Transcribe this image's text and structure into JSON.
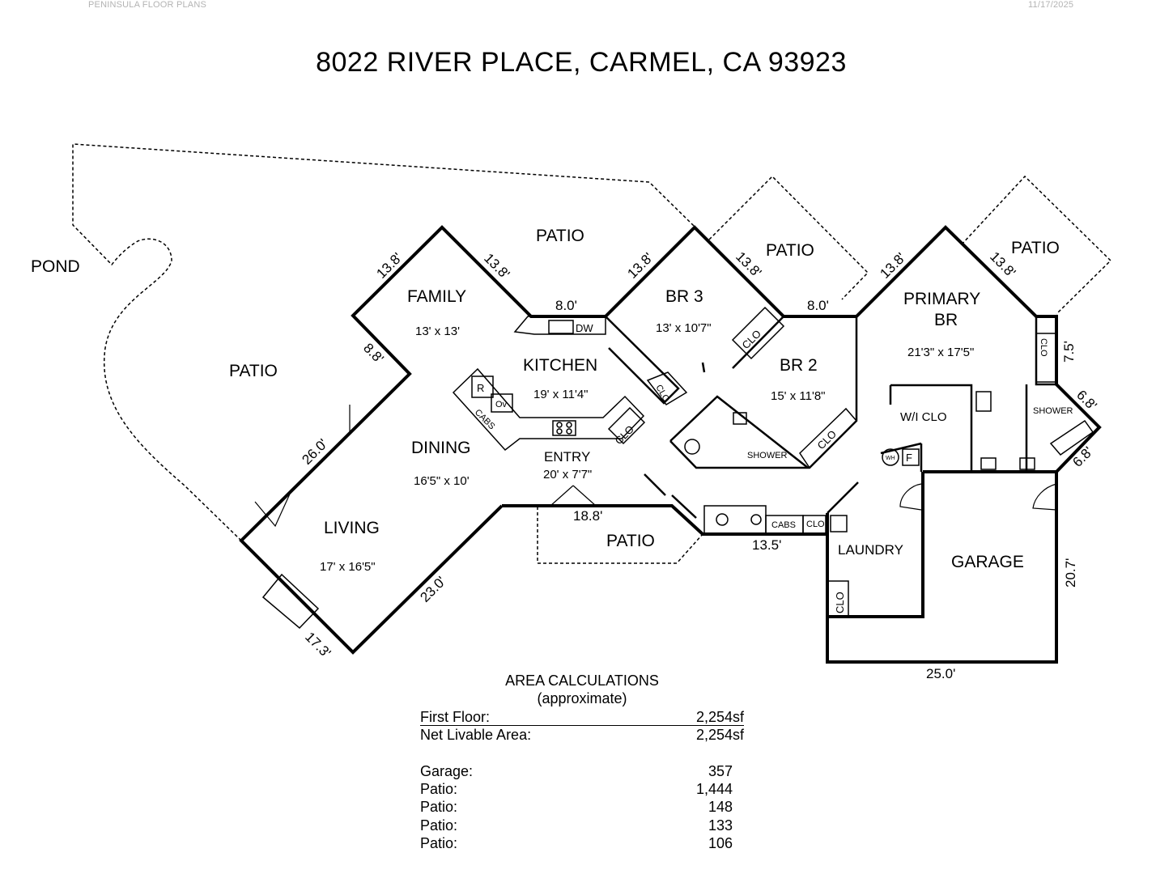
{
  "header": {
    "company": "PENINSULA FLOOR PLANS",
    "date": "11/17/2025"
  },
  "title": "8022 RIVER PLACE, CARMEL, CA 93923",
  "plan": {
    "pond": "POND",
    "patios": [
      "PATIO",
      "PATIO",
      "PATIO",
      "PATIO",
      "PATIO"
    ],
    "rooms": {
      "family": {
        "name": "FAMILY",
        "dims": "13' x 13'"
      },
      "kitchen": {
        "name": "KITCHEN",
        "dims": "19' x 11'4\""
      },
      "dining": {
        "name": "DINING",
        "dims": "16'5\" x 10'"
      },
      "entry": {
        "name": "ENTRY",
        "dims": "20' x 7'7\""
      },
      "living": {
        "name": "LIVING",
        "dims": "17' x 16'5\""
      },
      "br3": {
        "name": "BR 3",
        "dims": "13' x 10'7\""
      },
      "br2": {
        "name": "BR 2",
        "dims": "15' x 11'8\""
      },
      "primary": {
        "name_line1": "PRIMARY",
        "name_line2": "BR",
        "dims": "21'3\" x 17'5\""
      },
      "wic": {
        "name": "W/I CLO"
      },
      "laundry": {
        "name": "LAUNDRY"
      },
      "garage": {
        "name": "GARAGE"
      }
    },
    "fixtures": {
      "dw": "DW",
      "r": "R",
      "ov": "Ov",
      "cabs_kitchen": "CABS",
      "cabs_hall": "CABS",
      "clo": "CLO",
      "shower": "SHOWER",
      "wh": "WH",
      "f": "F"
    },
    "dimensions": {
      "d_13_8": "13.8'",
      "d_8_0": "8.0'",
      "d_8_8": "8.8'",
      "d_26_0": "26.0'",
      "d_23_0": "23.0'",
      "d_17_3": "17.3'",
      "d_18_8": "18.8'",
      "d_13_5": "13.5'",
      "d_7_5": "7.5'",
      "d_6_8": "6.8'",
      "d_20_7": "20.7'",
      "d_25_0": "25.0'"
    }
  },
  "area": {
    "title": "AREA CALCULATIONS",
    "subtitle": "(approximate)",
    "rows": [
      {
        "label": "First Floor:",
        "value": "2,254sf"
      },
      {
        "label": "Net Livable Area:",
        "value": "2,254sf"
      },
      {
        "label": "Garage:",
        "value": "357"
      },
      {
        "label": "Patio:",
        "value": "1,444"
      },
      {
        "label": "Patio:",
        "value": "148"
      },
      {
        "label": "Patio:",
        "value": "133"
      },
      {
        "label": "Patio:",
        "value": "106"
      }
    ]
  }
}
